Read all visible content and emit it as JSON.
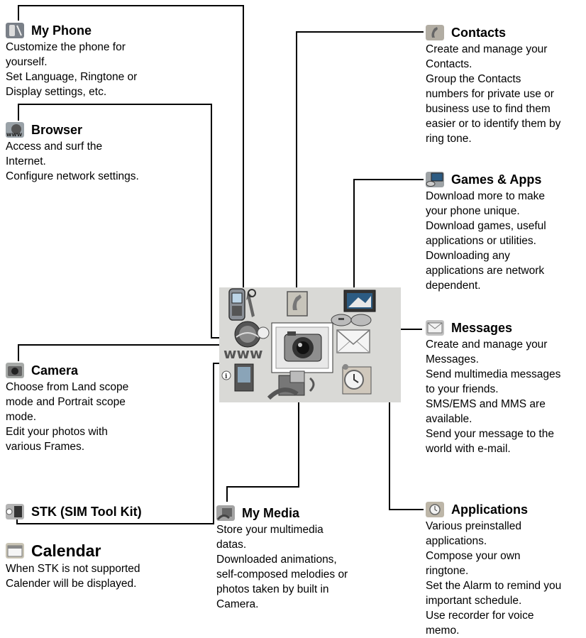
{
  "sections": {
    "my_phone": {
      "title": "My Phone",
      "body": "Customize the phone for\nyourself.\nSet Language, Ringtone or\nDisplay settings, etc."
    },
    "browser": {
      "title": "Browser",
      "body": "Access and surf the\nInternet.\nConfigure network settings."
    },
    "camera": {
      "title": "Camera",
      "body": "Choose from Land scope\nmode and Portrait scope\nmode.\nEdit your photos with\nvarious Frames."
    },
    "stk": {
      "title": "STK (SIM Tool Kit)"
    },
    "calendar": {
      "title": "Calendar",
      "body": "When STK is not supported\nCalender will be displayed."
    },
    "my_media": {
      "title": "My Media",
      "body": "Store your multimedia\ndatas.\nDownloaded animations,\nself-composed melodies or\nphotos taken by built in\nCamera."
    },
    "contacts": {
      "title": "Contacts",
      "body": "Create and manage your\nContacts.\nGroup the Contacts\nnumbers for private use or\nbusiness use to find them\neasier or to identify them by\nring tone."
    },
    "games_apps": {
      "title": "Games & Apps",
      "body": "Download more to make\nyour phone unique.\nDownload games, useful\napplications or utilities.\nDownloading any\napplications are network\ndependent."
    },
    "messages": {
      "title": "Messages",
      "body": "Create and manage your\nMessages.\nSend multimedia messages\nto your friends.\nSMS/EMS and MMS are\navailable.\nSend your message to the\nworld with e-mail."
    },
    "applications": {
      "title": "Applications",
      "body": "Various preinstalled\napplications.\nCompose your own\nringtone.\nSet the Alarm to remind you\nimportant schedule.\nUse recorder for voice\nmemo."
    }
  },
  "icons": {
    "www_text": "www"
  },
  "colors": {
    "panel_bg": "#d9d9d6",
    "line": "#000000"
  }
}
